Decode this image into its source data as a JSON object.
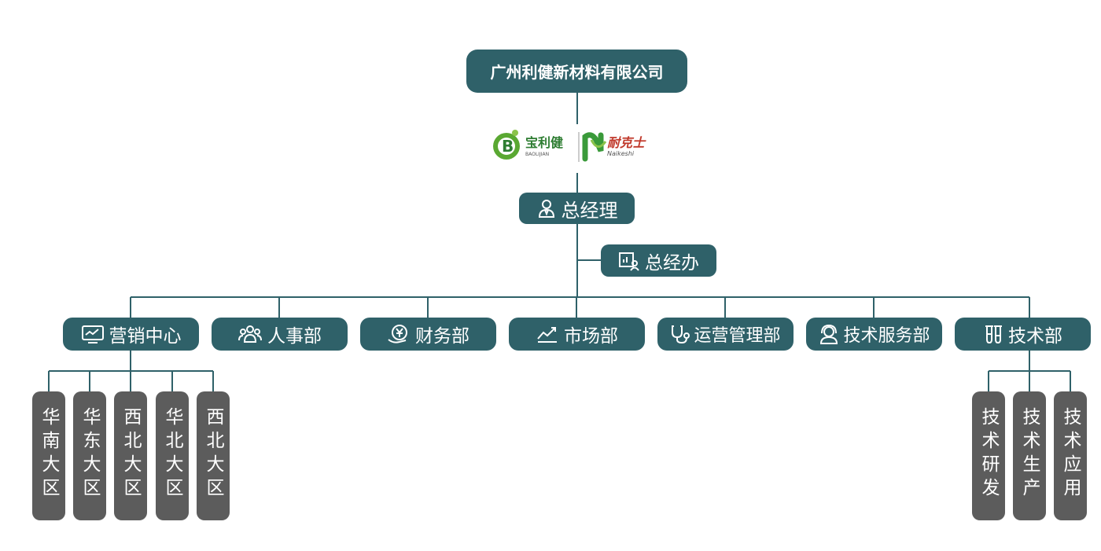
{
  "company": "广州利健新材料有限公司",
  "logos": [
    {
      "name": "宝利健",
      "subtitle": "BAOLIJIAN",
      "color": "#3a9a3a"
    },
    {
      "name": "耐克士",
      "subtitle": "Naikeshi",
      "color": "#c0392b"
    }
  ],
  "general_manager": {
    "label": "总经理",
    "icon": "user-icon"
  },
  "general_office": {
    "label": "总经办",
    "icon": "office-chart-icon"
  },
  "departments": [
    {
      "label": "营销中心",
      "icon": "monitor-chart-icon"
    },
    {
      "label": "人事部",
      "icon": "people-icon"
    },
    {
      "label": "财务部",
      "icon": "yuan-coin-icon"
    },
    {
      "label": "市场部",
      "icon": "trend-chart-icon"
    },
    {
      "label": "运营管理部",
      "icon": "stethoscope-icon"
    },
    {
      "label": "技术服务部",
      "icon": "headset-icon"
    },
    {
      "label": "技术部",
      "icon": "test-tube-icon"
    }
  ],
  "marketing_regions": [
    "华南大区",
    "华东大区",
    "西北大区",
    "华北大区",
    "西北大区"
  ],
  "tech_units": [
    "技术研发",
    "技术生产",
    "技术应用"
  ],
  "colors": {
    "node": "#2f6169",
    "sub_node": "#5c5c5c",
    "line": "#2f6169"
  }
}
